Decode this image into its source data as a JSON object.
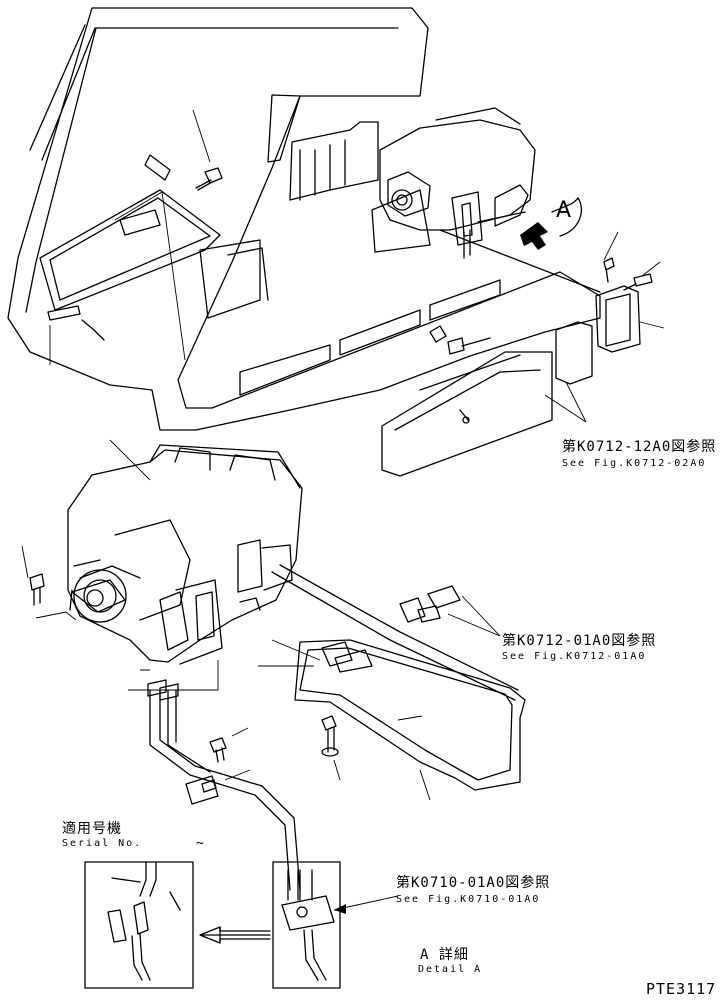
{
  "figure_id": "PTE3117",
  "references": [
    {
      "jp": "第K0712-12A0図参照",
      "en": "See Fig.K0712-02A0"
    },
    {
      "jp": "第K0712-01A0図参照",
      "en": "See Fig.K0712-01A0"
    },
    {
      "jp": "第K0710-01A0図参照",
      "en": "See Fig.K0710-01A0"
    }
  ],
  "serial": {
    "jp": "適用号機",
    "en": "Serial No.",
    "range": "~"
  },
  "detail": {
    "jp": "A 詳細",
    "en": "Detail A",
    "marker": "A"
  }
}
